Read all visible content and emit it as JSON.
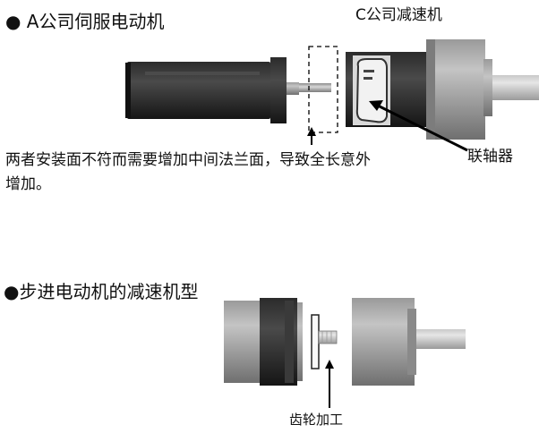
{
  "section_a": {
    "heading": "● A公司伺服电动机",
    "reducer_label": "C公司减速机",
    "note": "两者安装面不符而需要增加中间法兰面，导致全长意外增加。",
    "coupling_label": "联轴器"
  },
  "section_b": {
    "heading": "●步进电动机的减速机型",
    "gear_label": "齿轮加工"
  }
}
